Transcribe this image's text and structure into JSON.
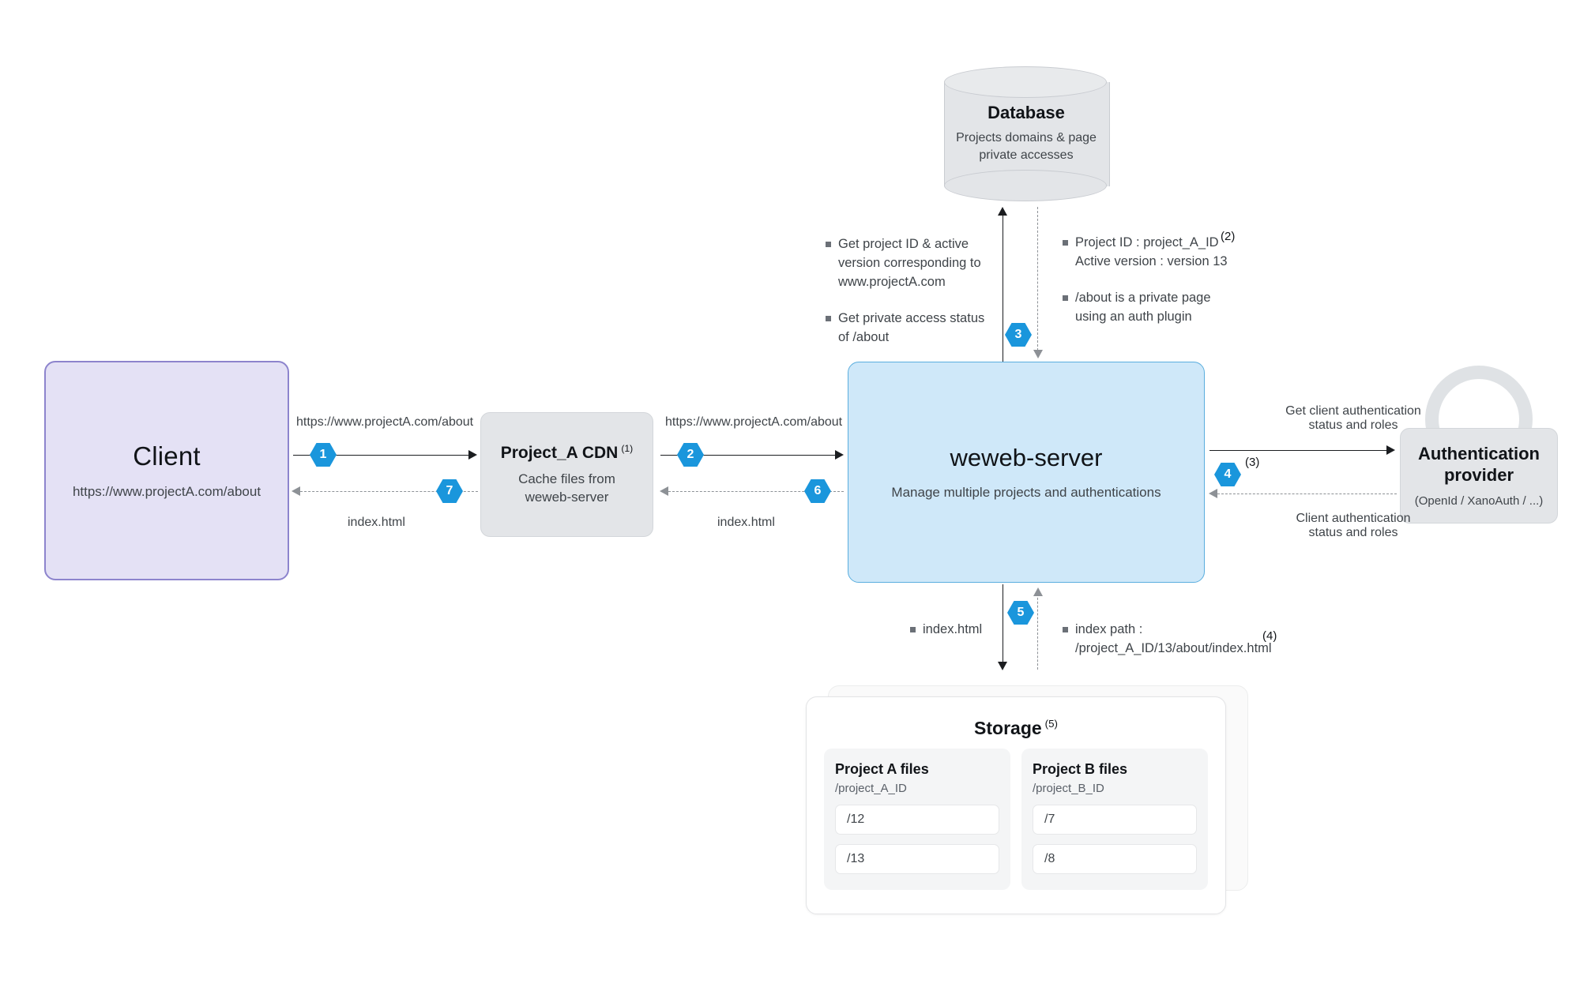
{
  "nodes": {
    "client": {
      "title": "Client",
      "subtitle": "https://www.projectA.com/about"
    },
    "cdn": {
      "title": "Project_A CDN",
      "sup": "(1)",
      "subtitle_line1": "Cache files from",
      "subtitle_line2": "weweb-server"
    },
    "server": {
      "title": "weweb-server",
      "subtitle": "Manage multiple projects and authentications"
    },
    "database": {
      "title": "Database",
      "subtitle_line1": "Projects domains & page",
      "subtitle_line2": "private accesses"
    },
    "auth": {
      "title_line1": "Authentication",
      "title_line2": "provider",
      "subtitle": "(OpenId / XanoAuth / ...)"
    },
    "storage": {
      "title": "Storage",
      "sup": "(5)",
      "projects": [
        {
          "name": "Project A files",
          "path": "/project_A_ID",
          "files": [
            "/12",
            "/13"
          ]
        },
        {
          "name": "Project B files",
          "path": "/project_B_ID",
          "files": [
            "/7",
            "/8"
          ]
        }
      ]
    }
  },
  "flows": {
    "client_to_cdn": {
      "badge": "1",
      "label": "https://www.projectA.com/about"
    },
    "cdn_to_client": {
      "badge": "7",
      "label": "index.html"
    },
    "cdn_to_server": {
      "badge": "2",
      "label": "https://www.projectA.com/about"
    },
    "server_to_cdn": {
      "badge": "6",
      "label": "index.html"
    },
    "server_to_db": {
      "badge": "3",
      "bullets": [
        "Get project ID & active version corresponding to www.projectA.com",
        "Get private access status of /about"
      ]
    },
    "db_to_server": {
      "sup": "(2)",
      "bullets": [
        "Project ID : project_A_ID Active version : version 13",
        "/about is a private page using an auth plugin"
      ]
    },
    "server_to_auth": {
      "badge": "4",
      "sup": "(3)",
      "label_line1": "Get client authentication",
      "label_line2": "status and roles"
    },
    "auth_to_server": {
      "label_line1": "Client authentication",
      "label_line2": "status and roles"
    },
    "server_to_storage": {
      "badge": "5",
      "label": "index.html"
    },
    "storage_to_server": {
      "sup": "(4)",
      "label_line1": "index path :",
      "label_line2": "/project_A_ID/13/about/index.html"
    }
  },
  "note_texts": {
    "db_q1_l1": "Get project ID & active",
    "db_q1_l2": "version corresponding to",
    "db_q1_l3": "www.projectA.com",
    "db_q2_l1": "Get private access status",
    "db_q2_l2": "of /about",
    "db_a1_l1": "Project ID : project_A_ID",
    "db_a1_l2": "Active version : version 13",
    "db_a2_l1": "/about is a private page",
    "db_a2_l2": "using an auth plugin"
  },
  "colors": {
    "client_fill": "#e4e1f5",
    "client_border": "#8d84cd",
    "server_fill": "#cfe8f9",
    "server_border": "#5aaede",
    "neutral_fill": "#e3e5e8",
    "badge_blue": "#1a96dc",
    "dashed_grey": "#8d9196"
  }
}
